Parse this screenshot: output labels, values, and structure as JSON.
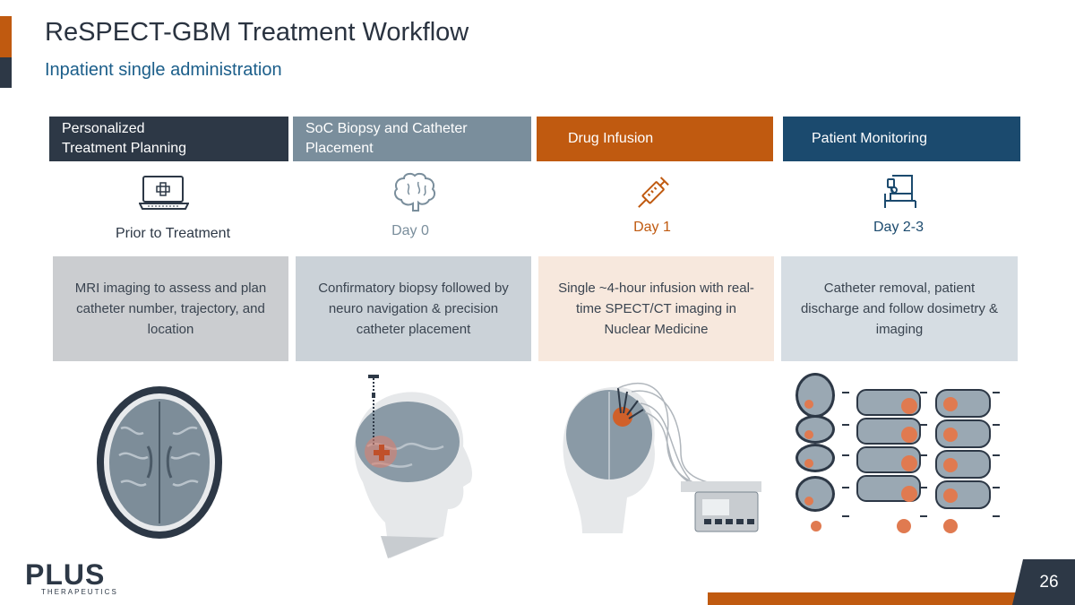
{
  "header": {
    "title": "ReSPECT-GBM Treatment Workflow",
    "subtitle": "Inpatient single administration"
  },
  "phases": [
    {
      "line1": "Personalized",
      "line2": "Treatment Planning",
      "color": "#2d3846",
      "day": "Prior to Treatment",
      "day_color": "#2d3846",
      "description": "MRI imaging to assess and plan catheter number, trajectory, and location",
      "box_color": "#cbcdd0",
      "icon": "laptop-medical-icon"
    },
    {
      "line1": "SoC Biopsy and Catheter",
      "line2": "Placement",
      "color": "#7a8e9c",
      "day": "Day 0",
      "day_color": "#7a8e9c",
      "description": "Confirmatory biopsy followed by neuro navigation & precision catheter placement",
      "box_color": "#cbd2d8",
      "icon": "brain-icon"
    },
    {
      "line1": "Drug Infusion",
      "line2": "",
      "color": "#c05a10",
      "day": "Day 1",
      "day_color": "#c05a10",
      "description": "Single ~4-hour infusion with real-time SPECT/CT imaging in Nuclear Medicine",
      "box_color": "#f7e8dd",
      "icon": "syringe-icon"
    },
    {
      "line1": "Patient Monitoring",
      "line2": "",
      "color": "#1b4a6e",
      "day": "Day 2-3",
      "day_color": "#1b4a6e",
      "description": "Catheter removal, patient discharge and follow dosimetry & imaging",
      "box_color": "#d6dde3",
      "icon": "hospital-bed-icon"
    }
  ],
  "footer": {
    "logo": "PLUS",
    "logo_sub": "THERAPEUTICS",
    "page_number": "26"
  }
}
